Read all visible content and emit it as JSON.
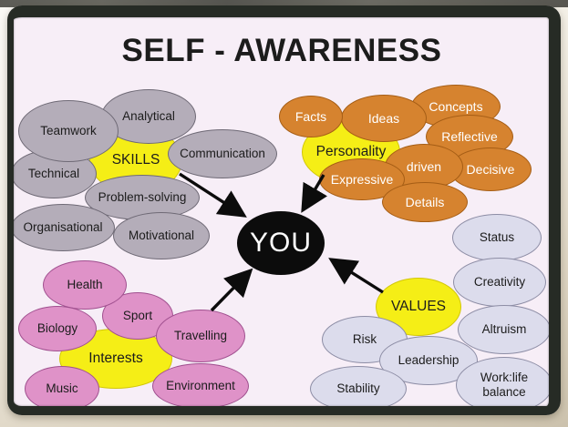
{
  "title": "SELF - AWARENESS",
  "center_label": "YOU",
  "clusters": {
    "skills": {
      "hub": "SKILLS",
      "items": [
        "Teamwork",
        "Analytical",
        "Technical",
        "Communication",
        "Problem-solving",
        "Organisational",
        "Motivational"
      ]
    },
    "personality": {
      "hub": "Personality",
      "items": [
        "Facts",
        "Ideas",
        "Concepts",
        "Reflective",
        "driven",
        "Decisive",
        "Expressive",
        "Details"
      ]
    },
    "interests": {
      "hub": "Interests",
      "items": [
        "Health",
        "Sport",
        "Biology",
        "Travelling",
        "Music",
        "Environment"
      ]
    },
    "values": {
      "hub": "VALUES",
      "items": [
        "Status",
        "Creativity",
        "Altruism",
        "Risk",
        "Leadership",
        "Stability",
        "Work:life balance"
      ]
    }
  },
  "connections": [
    {
      "from": "SKILLS",
      "to": "YOU"
    },
    {
      "from": "Personality",
      "to": "YOU"
    },
    {
      "from": "Interests",
      "to": "YOU"
    },
    {
      "from": "VALUES",
      "to": "YOU"
    }
  ],
  "colors": {
    "canvas_bg": "#f7eef7",
    "frame": "#262b25",
    "gray_fill": "#b4adb9",
    "gray_border": "#6f6a76",
    "orange_fill": "#d6832f",
    "orange_border": "#a55d15",
    "orange_text": "#ffffff",
    "pink_fill": "#df92c8",
    "pink_border": "#a0508f",
    "lavender_fill": "#dcdcec",
    "lavender_border": "#8d8da5",
    "hub_fill": "#f5ee16",
    "hub_border": "#d2c708",
    "center_fill": "#0c0c0c",
    "center_text": "#ffffff",
    "arrow": "#0c0c0c",
    "text": "#1c1c1c"
  }
}
